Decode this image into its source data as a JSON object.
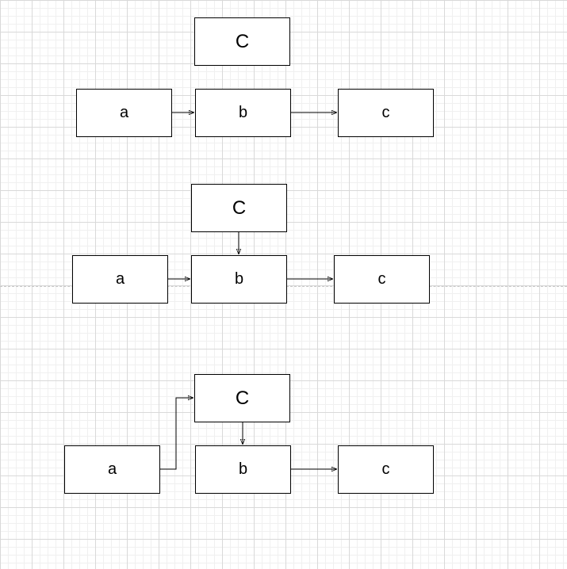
{
  "diagram_1": {
    "node_top": "C",
    "node_a": "a",
    "node_b": "b",
    "node_c": "c"
  },
  "diagram_2": {
    "node_top": "C",
    "node_a": "a",
    "node_b": "b",
    "node_c": "c"
  },
  "diagram_3": {
    "node_top": "C",
    "node_a": "a",
    "node_b": "b",
    "node_c": "c"
  },
  "edges": [
    {
      "diagram": 1,
      "from": "a",
      "to": "b"
    },
    {
      "diagram": 1,
      "from": "b",
      "to": "c"
    },
    {
      "diagram": 2,
      "from": "C",
      "to": "b"
    },
    {
      "diagram": 2,
      "from": "a",
      "to": "b"
    },
    {
      "diagram": 2,
      "from": "b",
      "to": "c"
    },
    {
      "diagram": 3,
      "from": "a",
      "to": "C"
    },
    {
      "diagram": 3,
      "from": "C",
      "to": "b"
    },
    {
      "diagram": 3,
      "from": "b",
      "to": "c"
    }
  ],
  "colors": {
    "stroke": "#000000",
    "grid_major": "#d9d9d9",
    "grid_minor": "#f0f0f0",
    "background": "#ffffff"
  }
}
